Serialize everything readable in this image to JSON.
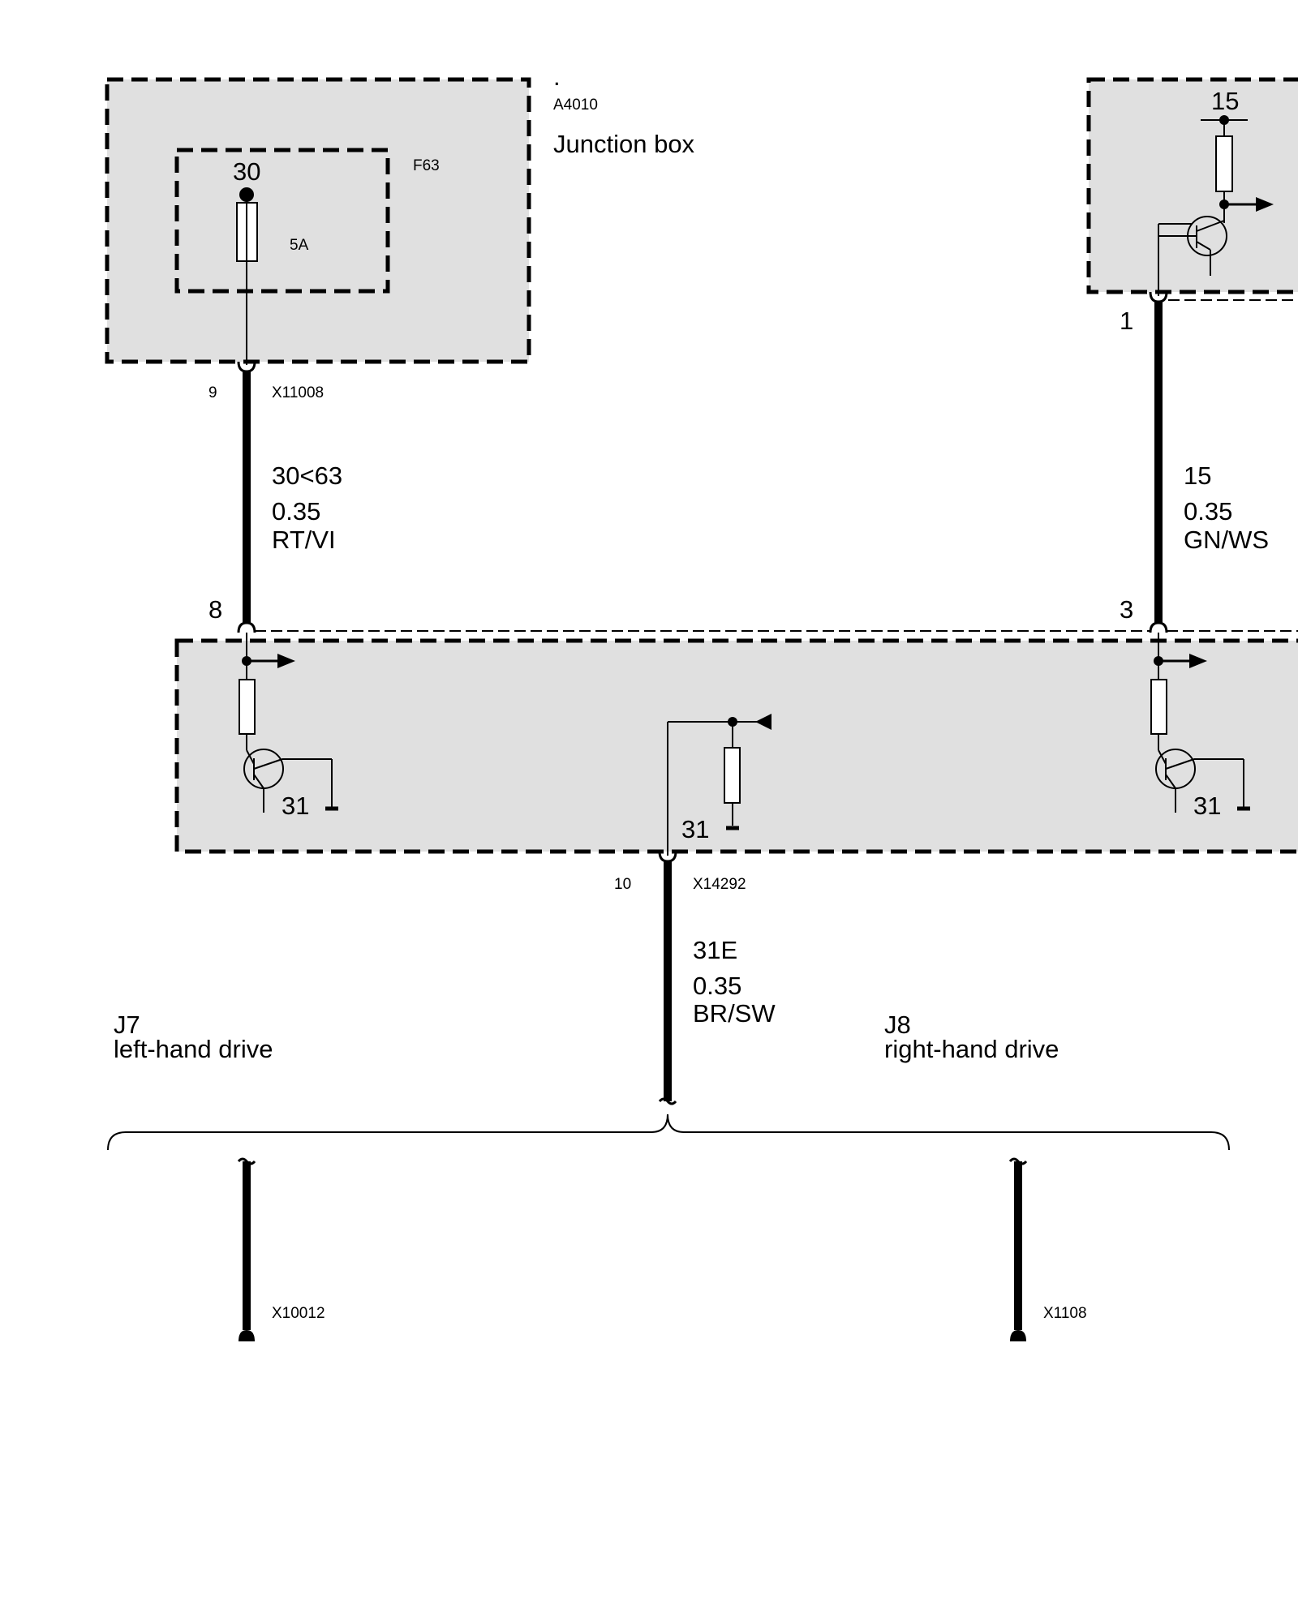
{
  "junction_box": {
    "dot": ".",
    "id": "A4010",
    "title": "Junction box",
    "fuse_id": "F63",
    "fuse_terminal": "30",
    "fuse_rating": "5A"
  },
  "right_module": {
    "terminal": "15"
  },
  "wire_left": {
    "pin_top": "9",
    "connector": "X11008",
    "signal": "30<63",
    "gauge": "0.35",
    "color": "RT/VI",
    "pin_bottom": "8"
  },
  "wire_right": {
    "pin_top": "1",
    "signal": "15",
    "gauge": "0.35",
    "color": "GN/WS",
    "pin_bottom": "3"
  },
  "control_unit": {
    "ground_left": "31",
    "ground_center": "31",
    "ground_right": "31"
  },
  "wire_ground": {
    "pin": "10",
    "connector": "X14292",
    "signal": "31E",
    "gauge": "0.35",
    "color": "BR/SW"
  },
  "variants": {
    "left": {
      "code": "J7",
      "label": "left-hand drive",
      "connector": "X10012"
    },
    "right": {
      "code": "J8",
      "label": "right-hand drive",
      "connector": "X1108"
    }
  },
  "colors": {
    "module_fill": "#e0e0e0",
    "line": "#000000"
  }
}
